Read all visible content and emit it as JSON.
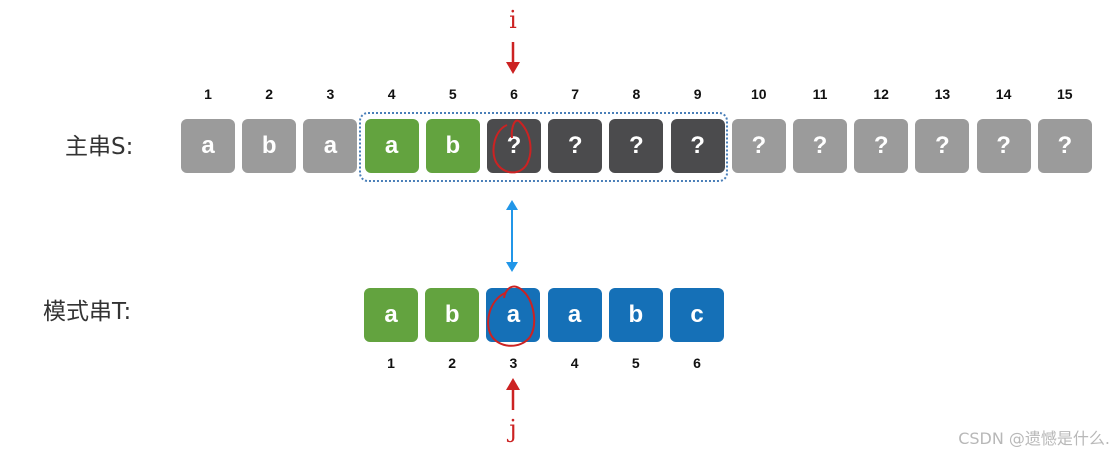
{
  "main_string": {
    "label": "主串S:",
    "indices": [
      "1",
      "2",
      "3",
      "4",
      "5",
      "6",
      "7",
      "8",
      "9",
      "10",
      "11",
      "12",
      "13",
      "14",
      "15"
    ],
    "cells": [
      {
        "char": "a",
        "state": "unmatched"
      },
      {
        "char": "b",
        "state": "unmatched"
      },
      {
        "char": "a",
        "state": "unmatched"
      },
      {
        "char": "a",
        "state": "matched"
      },
      {
        "char": "b",
        "state": "matched"
      },
      {
        "char": "?",
        "state": "window"
      },
      {
        "char": "?",
        "state": "window"
      },
      {
        "char": "?",
        "state": "window"
      },
      {
        "char": "?",
        "state": "window"
      },
      {
        "char": "?",
        "state": "unknown"
      },
      {
        "char": "?",
        "state": "unknown"
      },
      {
        "char": "?",
        "state": "unknown"
      },
      {
        "char": "?",
        "state": "unknown"
      },
      {
        "char": "?",
        "state": "unknown"
      },
      {
        "char": "?",
        "state": "unknown"
      }
    ]
  },
  "pattern_string": {
    "label": "模式串T:",
    "indices": [
      "1",
      "2",
      "3",
      "4",
      "5",
      "6"
    ],
    "cells": [
      {
        "char": "a",
        "state": "matched"
      },
      {
        "char": "b",
        "state": "matched"
      },
      {
        "char": "a",
        "state": "pattern"
      },
      {
        "char": "a",
        "state": "pattern"
      },
      {
        "char": "b",
        "state": "pattern"
      },
      {
        "char": "c",
        "state": "pattern"
      }
    ]
  },
  "pointers": {
    "i": {
      "label": "i",
      "position": 6
    },
    "j": {
      "label": "j",
      "position": 3
    }
  },
  "colors": {
    "unmatched": "#9b9b9b",
    "unknown": "#9b9b9b",
    "matched": "#63a33f",
    "window": "#4b4b4d",
    "pattern": "#1570b7",
    "pointer": "#cc2222",
    "compare_arrow": "#2196e8",
    "window_border": "#4a7fb8"
  },
  "watermark": "CSDN @遗憾是什么."
}
